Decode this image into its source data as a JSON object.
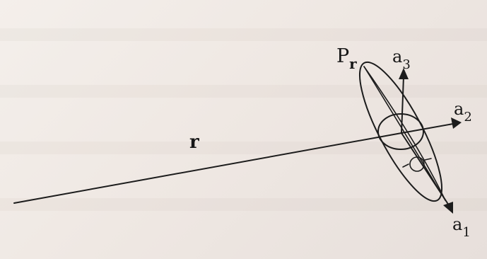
{
  "labels": {
    "position_vector": "r",
    "patch": {
      "main": "P",
      "sub": "r"
    },
    "axis_1": {
      "main": "a",
      "sub": "1"
    },
    "axis_2": {
      "main": "a",
      "sub": "2"
    },
    "axis_3": {
      "main": "a",
      "sub": "3"
    }
  },
  "colors": {
    "ink": "#1c1c1c",
    "paper": "#f2ece8"
  }
}
